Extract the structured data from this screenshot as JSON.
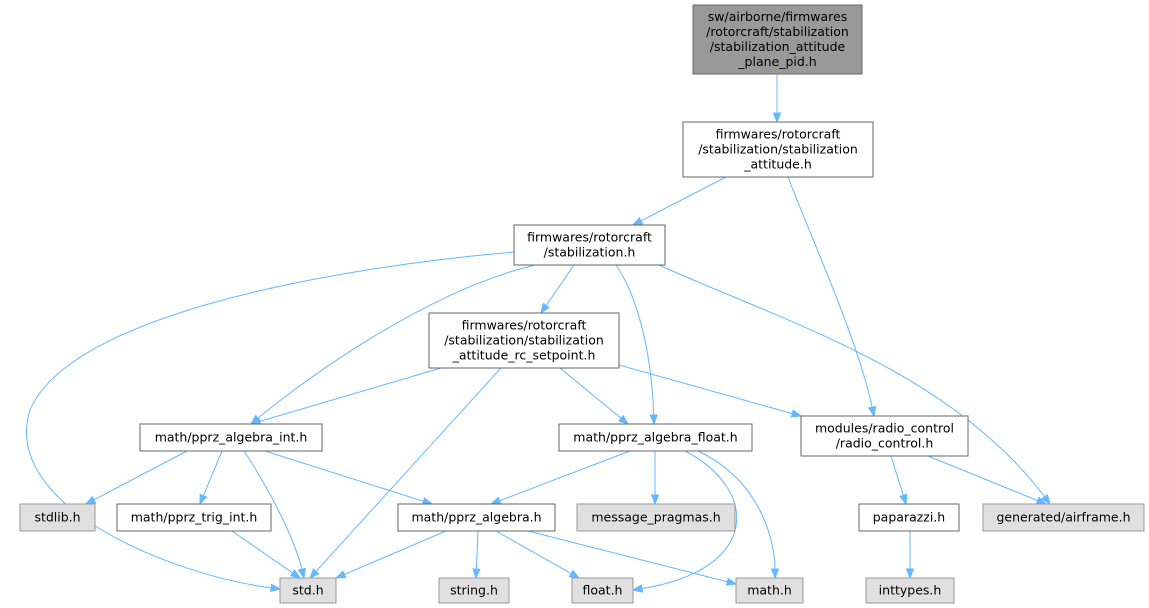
{
  "colors": {
    "root_fill": "#999999",
    "root_stroke": "#666666",
    "internal_fill": "#ffffff",
    "internal_stroke": "#666666",
    "external_fill": "#e0e0e0",
    "external_stroke": "#999999",
    "edge": "#63b8ff"
  },
  "nodes": [
    {
      "id": "root",
      "kind": "root",
      "lines": [
        "sw/airborne/firmwares",
        "/rotorcraft/stabilization",
        "/stabilization_attitude",
        "_plane_pid.h"
      ]
    },
    {
      "id": "stab_att",
      "kind": "internal",
      "lines": [
        "firmwares/rotorcraft",
        "/stabilization/stabilization",
        "_attitude.h"
      ]
    },
    {
      "id": "stab",
      "kind": "internal",
      "lines": [
        "firmwares/rotorcraft",
        "/stabilization.h"
      ]
    },
    {
      "id": "stab_rc",
      "kind": "internal",
      "lines": [
        "firmwares/rotorcraft",
        "/stabilization/stabilization",
        "_attitude_rc_setpoint.h"
      ]
    },
    {
      "id": "alg_int",
      "kind": "internal",
      "lines": [
        "math/pprz_algebra_int.h"
      ]
    },
    {
      "id": "alg_float",
      "kind": "internal",
      "lines": [
        "math/pprz_algebra_float.h"
      ]
    },
    {
      "id": "radio",
      "kind": "internal",
      "lines": [
        "modules/radio_control",
        "/radio_control.h"
      ]
    },
    {
      "id": "stdlib",
      "kind": "external",
      "lines": [
        "stdlib.h"
      ]
    },
    {
      "id": "trig",
      "kind": "internal",
      "lines": [
        "math/pprz_trig_int.h"
      ]
    },
    {
      "id": "alg",
      "kind": "internal",
      "lines": [
        "math/pprz_algebra.h"
      ]
    },
    {
      "id": "msgprag",
      "kind": "external",
      "lines": [
        "message_pragmas.h"
      ]
    },
    {
      "id": "paparazzi",
      "kind": "internal",
      "lines": [
        "paparazzi.h"
      ]
    },
    {
      "id": "airframe",
      "kind": "external",
      "lines": [
        "generated/airframe.h"
      ]
    },
    {
      "id": "std",
      "kind": "external",
      "lines": [
        "std.h"
      ]
    },
    {
      "id": "string",
      "kind": "external",
      "lines": [
        "string.h"
      ]
    },
    {
      "id": "float",
      "kind": "external",
      "lines": [
        "float.h"
      ]
    },
    {
      "id": "math",
      "kind": "external",
      "lines": [
        "math.h"
      ]
    },
    {
      "id": "inttypes",
      "kind": "external",
      "lines": [
        "inttypes.h"
      ]
    }
  ],
  "edges": [
    {
      "from": "root",
      "to": "stab_att"
    },
    {
      "from": "stab_att",
      "to": "stab"
    },
    {
      "from": "stab_att",
      "to": "radio"
    },
    {
      "from": "stab",
      "to": "stab_rc"
    },
    {
      "from": "stab",
      "to": "alg_int"
    },
    {
      "from": "stab",
      "to": "alg_float"
    },
    {
      "from": "stab",
      "to": "std"
    },
    {
      "from": "stab",
      "to": "airframe"
    },
    {
      "from": "stab_rc",
      "to": "alg_int"
    },
    {
      "from": "stab_rc",
      "to": "alg_float"
    },
    {
      "from": "stab_rc",
      "to": "radio"
    },
    {
      "from": "stab_rc",
      "to": "std"
    },
    {
      "from": "alg_int",
      "to": "stdlib"
    },
    {
      "from": "alg_int",
      "to": "trig"
    },
    {
      "from": "alg_int",
      "to": "alg"
    },
    {
      "from": "alg_int",
      "to": "std"
    },
    {
      "from": "alg_float",
      "to": "alg"
    },
    {
      "from": "alg_float",
      "to": "msgprag"
    },
    {
      "from": "alg_float",
      "to": "float"
    },
    {
      "from": "alg_float",
      "to": "math"
    },
    {
      "from": "radio",
      "to": "paparazzi"
    },
    {
      "from": "radio",
      "to": "airframe"
    },
    {
      "from": "trig",
      "to": "std"
    },
    {
      "from": "alg",
      "to": "std"
    },
    {
      "from": "alg",
      "to": "string"
    },
    {
      "from": "alg",
      "to": "float"
    },
    {
      "from": "alg",
      "to": "math"
    },
    {
      "from": "paparazzi",
      "to": "inttypes"
    }
  ]
}
